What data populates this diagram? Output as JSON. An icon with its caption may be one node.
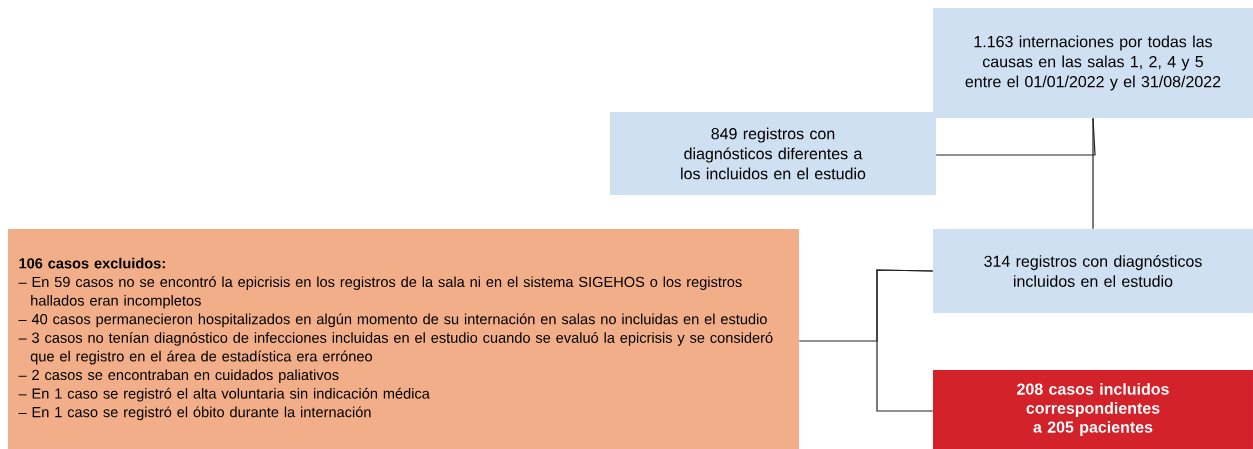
{
  "diagram": {
    "nodes": [
      {
        "text": [
          "1.163 internaciones por todas las causas en las salas 1, 2, 4 y 5 entre el 01/01/2022 y el 31/08/2022"
        ]
      },
      {
        "text": [
          "849 registros con diagnósticos diferentes a los incluidos en el estudio"
        ]
      },
      {
        "text": [
          "314 registros con diagnósticos incluidos en el estudio"
        ]
      },
      {
        "text": [
          "106 casos excluidos:",
          "– En 59 casos no se encontró la epicrisis en los registros de la sala ni en el sistema SIGEHOS o los registros hallados eran incompletos",
          "– 40 casos permanecieron hospitalizados en algún momento de su internación en salas no incluidas en el estudio",
          "– 3 casos no tenían diagnóstico de infecciones incluidas en el estudio cuando se evaluó la epicrisis y se consideró que el registro en el área de estadística era erróneo",
          "– 2 casos se encontraban en cuidados paliativos",
          "– En 1 caso se registró el alta voluntaria sin indicación médica",
          "– En 1 caso se registró el óbito durante la internación"
        ]
      },
      {
        "text": [
          "208 casos incluidos correspondientes a 205 pacientes"
        ]
      }
    ],
    "edges": [
      {
        "from": 0,
        "to": 1,
        "arrow": "none"
      },
      {
        "from": 0,
        "to": 2,
        "arrow": "none"
      },
      {
        "from": 2,
        "to": 3,
        "arrow": "none"
      },
      {
        "from": 2,
        "to": 4,
        "arrow": "none"
      }
    ]
  }
}
